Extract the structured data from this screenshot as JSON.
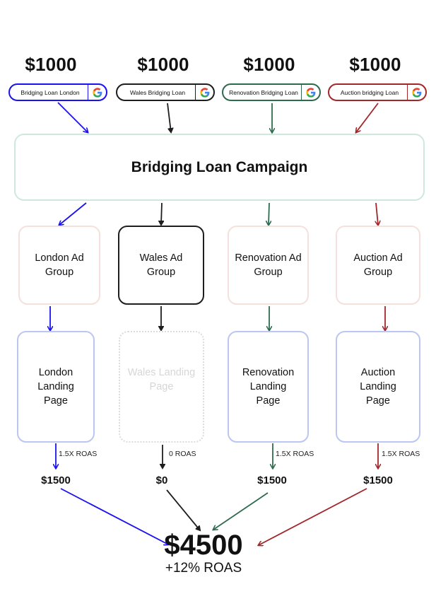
{
  "colors": {
    "london": "#1a12f0",
    "wales": "#1e1e1e",
    "renovation": "#2e6b4e",
    "auction": "#a2272b",
    "campaign_border": "#cfe8dc",
    "adgroup_border": "#f6e0dc",
    "landing_border": "#bcc6f3"
  },
  "budgets": [
    {
      "amount": "$1000",
      "keyword": "Bridging Loan London",
      "icon": "google-icon"
    },
    {
      "amount": "$1000",
      "keyword": "Wales Bridging Loan",
      "icon": "google-icon"
    },
    {
      "amount": "$1000",
      "keyword": "Renovation Bridging Loan",
      "icon": "google-icon"
    },
    {
      "amount": "$1000",
      "keyword": "Auction bridging Loan",
      "icon": "google-icon"
    }
  ],
  "campaign": {
    "title": "Bridging Loan Campaign"
  },
  "ad_groups": [
    {
      "line1": "London Ad",
      "line2": "Group"
    },
    {
      "line1": "Wales Ad",
      "line2": "Group"
    },
    {
      "line1": "Renovation Ad",
      "line2": "Group"
    },
    {
      "line1": "Auction Ad",
      "line2": "Group"
    }
  ],
  "landing_pages": [
    {
      "line1": "London",
      "line2": "Landing",
      "line3": "Page"
    },
    {
      "line1": "Wales Landing",
      "line2": "Page",
      "line3": ""
    },
    {
      "line1": "Renovation",
      "line2": "Landing",
      "line3": "Page"
    },
    {
      "line1": "Auction",
      "line2": "Landing",
      "line3": "Page"
    }
  ],
  "results": [
    {
      "roas": "1.5X ROAS",
      "revenue": "$1500"
    },
    {
      "roas": "0 ROAS",
      "revenue": "$0"
    },
    {
      "roas": "1.5X ROAS",
      "revenue": "$1500"
    },
    {
      "roas": "1.5X ROAS",
      "revenue": "$1500"
    }
  ],
  "total": {
    "revenue": "$4500",
    "roas": "+12% ROAS"
  }
}
